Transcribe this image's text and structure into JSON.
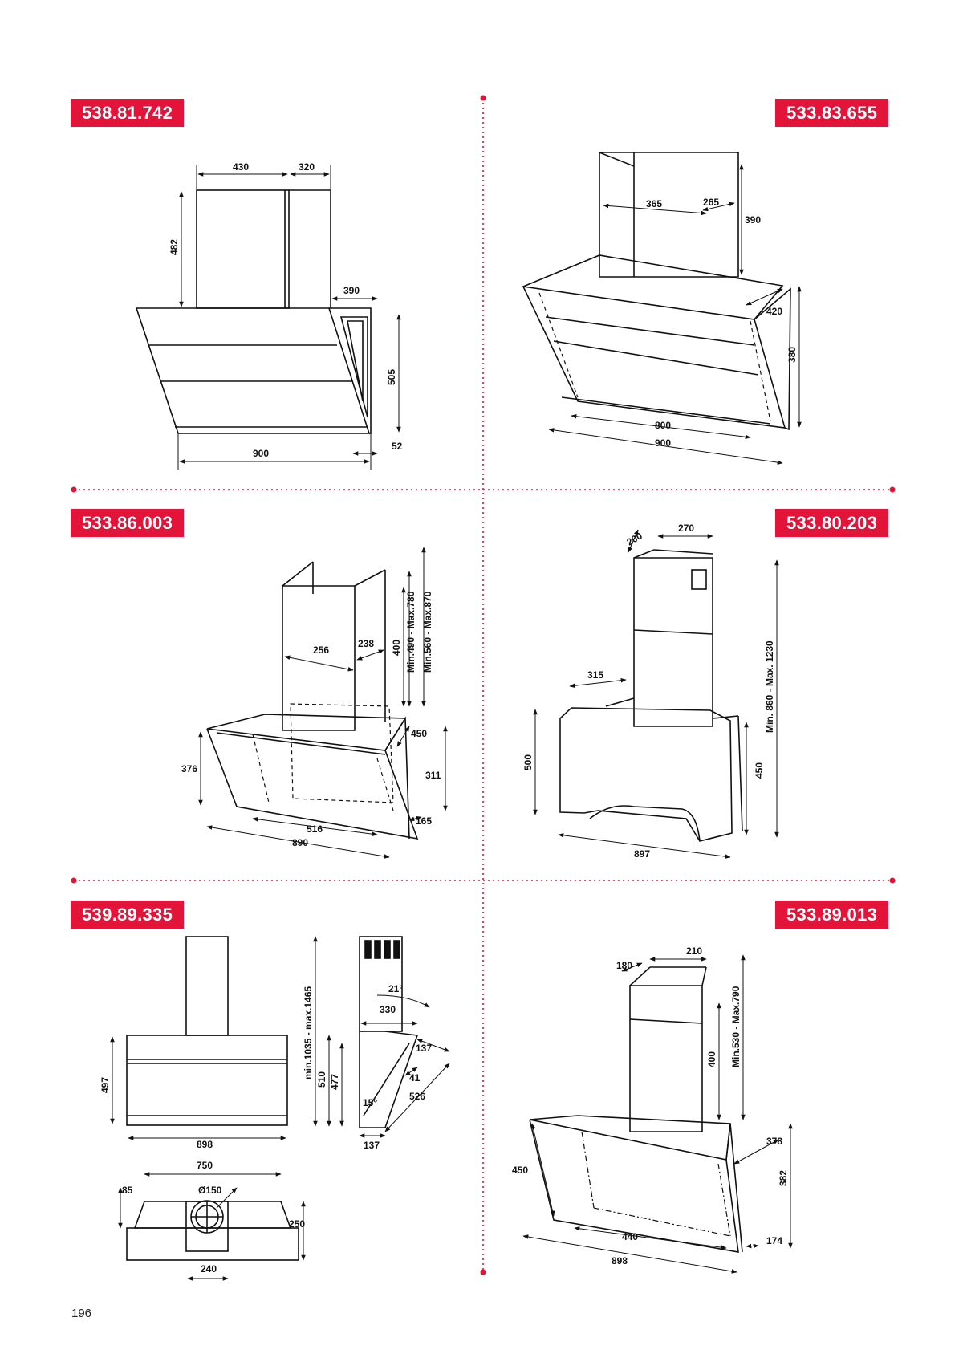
{
  "page_number": "196",
  "colors": {
    "accent": "#e3143a",
    "line": "#111111"
  },
  "products": [
    {
      "code": "538.81.742",
      "dims": [
        "430",
        "320",
        "482",
        "390",
        "505",
        "900",
        "52"
      ]
    },
    {
      "code": "533.83.655",
      "dims": [
        "365",
        "265",
        "390",
        "420",
        "380",
        "800",
        "900"
      ]
    },
    {
      "code": "533.86.003",
      "dims": [
        "256",
        "238",
        "400",
        "Min.490 - Max.780",
        "Min.560 - Max.870",
        "450",
        "376",
        "311",
        "516",
        "890",
        "165"
      ]
    },
    {
      "code": "533.80.203",
      "dims": [
        "200",
        "270",
        "315",
        "Min. 860 - Max. 1230",
        "500",
        "450",
        "897"
      ]
    },
    {
      "code": "539.89.335",
      "dims": [
        "497",
        "898",
        "min.1035 - max.1465",
        "21°",
        "330",
        "510",
        "477",
        "137",
        "41",
        "526",
        "15°",
        "137",
        "750",
        "85",
        "Ø150",
        "250",
        "240"
      ]
    },
    {
      "code": "533.89.013",
      "dims": [
        "180",
        "210",
        "400",
        "Min.530 - Max.790",
        "450",
        "378",
        "382",
        "440",
        "898",
        "174"
      ]
    }
  ]
}
